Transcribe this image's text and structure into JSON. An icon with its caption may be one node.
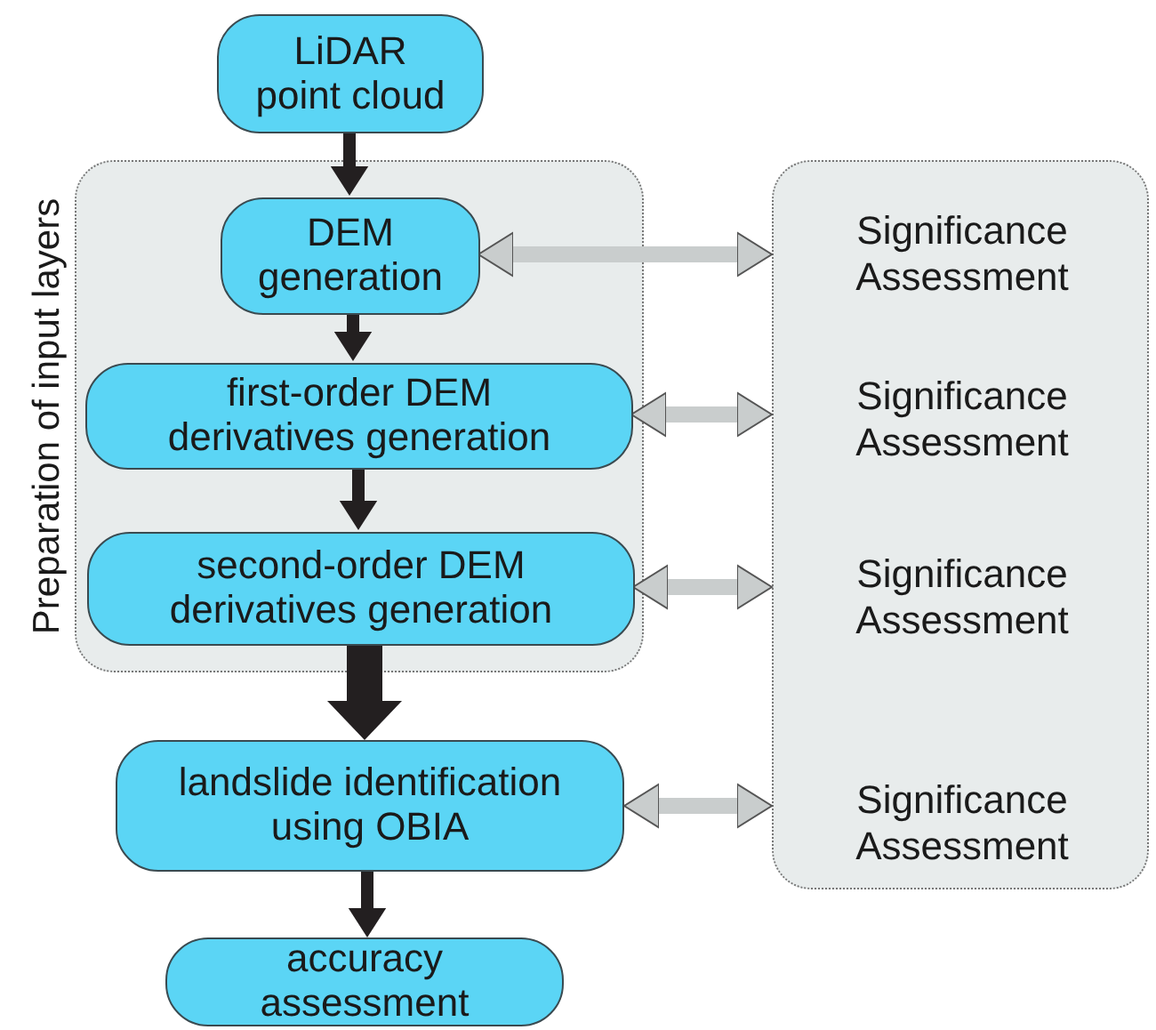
{
  "diagram": {
    "nodes": [
      {
        "text": [
          "LiDAR point cloud"
        ]
      },
      {
        "text": [
          "Preparation of input layers"
        ]
      },
      {
        "text": [
          "DEM generation"
        ],
        "in": 1
      },
      {
        "text": [
          "first-order DEM derivatives generation"
        ],
        "in": 1
      },
      {
        "text": [
          "second-order DEM derivatives generation"
        ],
        "in": 1
      },
      {
        "text": [],
        "shape": "box"
      },
      {
        "text": [
          "Significance Assessment"
        ],
        "in": 5
      },
      {
        "text": [
          "Significance Assessment"
        ],
        "in": 5
      },
      {
        "text": [
          "Significance Assessment"
        ],
        "in": 5
      },
      {
        "text": [
          "Significance Assessment"
        ],
        "in": 5
      },
      {
        "text": [
          "landslide identification using OBIA"
        ]
      },
      {
        "text": [
          "accuracy assessment"
        ]
      }
    ],
    "edges": [
      {
        "from": 0,
        "to": 2,
        "arrow": "to"
      },
      {
        "from": 2,
        "to": 3,
        "arrow": "to"
      },
      {
        "from": 3,
        "to": 4,
        "arrow": "to"
      },
      {
        "from": 4,
        "to": 10,
        "arrow": "to",
        "style": "thick"
      },
      {
        "from": 10,
        "to": 11,
        "arrow": "to"
      },
      {
        "from": 2,
        "to": 6,
        "arrow": "both",
        "color": "#c9cdcd"
      },
      {
        "from": 3,
        "to": 7,
        "arrow": "both",
        "color": "#c9cdcd"
      },
      {
        "from": 4,
        "to": 8,
        "arrow": "both",
        "color": "#c9cdcd"
      },
      {
        "from": 10,
        "to": 9,
        "arrow": "both",
        "color": "#c9cdcd"
      }
    ]
  }
}
